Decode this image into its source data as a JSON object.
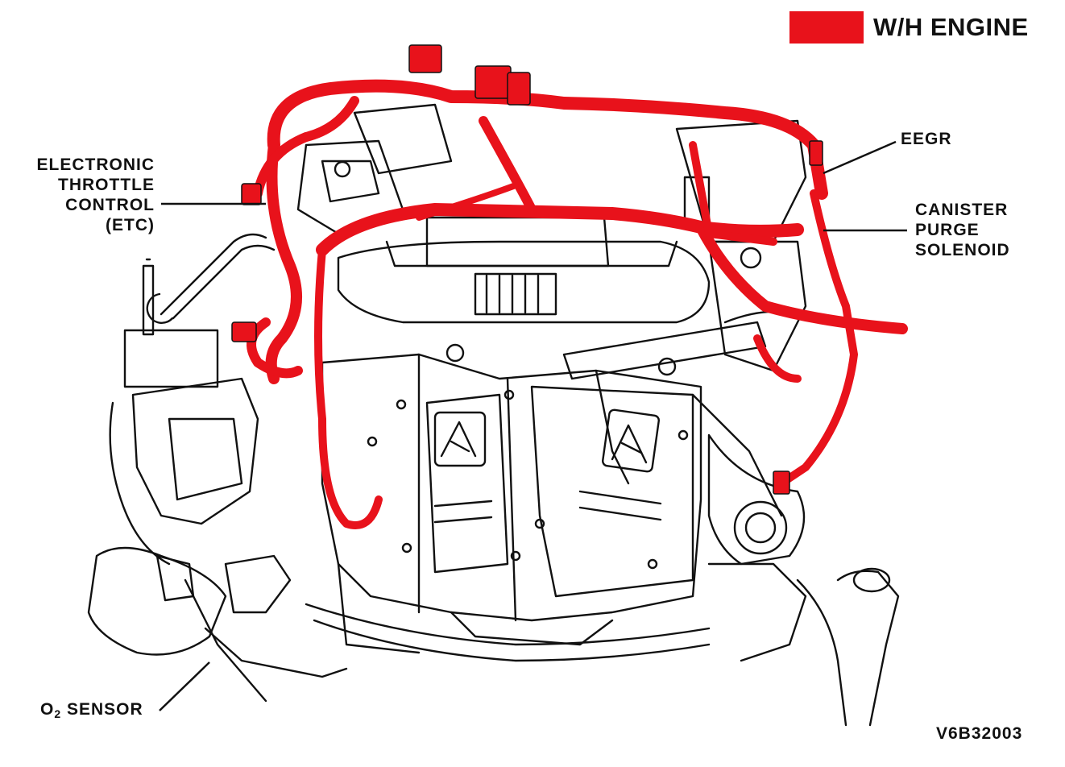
{
  "legend": {
    "label": "W/H ENGINE",
    "color": "#e8121b"
  },
  "callouts": {
    "etc": [
      "ELECTRONIC",
      "THROTTLE",
      "CONTROL",
      "(ETC)"
    ],
    "eegr": "EEGR",
    "canister": [
      "CANISTER",
      "PURGE",
      "SOLENOID"
    ],
    "o2_prefix": "O",
    "o2_sub": "2",
    "o2_suffix": "SENSOR"
  },
  "figure_code": "V6B32003",
  "colors": {
    "harness": "#e8121b",
    "line": "#111111",
    "background": "#ffffff"
  }
}
